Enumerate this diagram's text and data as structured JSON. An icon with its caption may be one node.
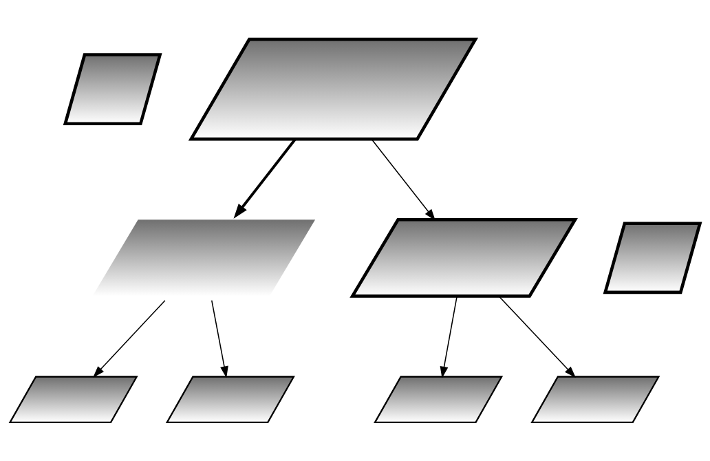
{
  "diagram": {
    "nodes": [
      {
        "text": [],
        "shape": "parallelogram"
      },
      {
        "text": [],
        "shape": "parallelogram"
      },
      {
        "text": [],
        "shape": "parallelogram"
      },
      {
        "text": [],
        "shape": "parallelogram"
      },
      {
        "text": [],
        "shape": "parallelogram"
      },
      {
        "text": [],
        "shape": "parallelogram"
      },
      {
        "text": [],
        "shape": "parallelogram"
      },
      {
        "text": [],
        "shape": "parallelogram"
      },
      {
        "text": [],
        "shape": "parallelogram"
      }
    ],
    "edges": [
      {
        "from": 1,
        "to": 3,
        "arrow": "to",
        "style": "thick"
      },
      {
        "from": 1,
        "to": 4,
        "arrow": "to"
      },
      {
        "from": 3,
        "to": 5,
        "arrow": "to"
      },
      {
        "from": 3,
        "to": 6,
        "arrow": "to"
      },
      {
        "from": 4,
        "to": 7,
        "arrow": "to"
      },
      {
        "from": 4,
        "to": 8,
        "arrow": "to"
      }
    ]
  }
}
